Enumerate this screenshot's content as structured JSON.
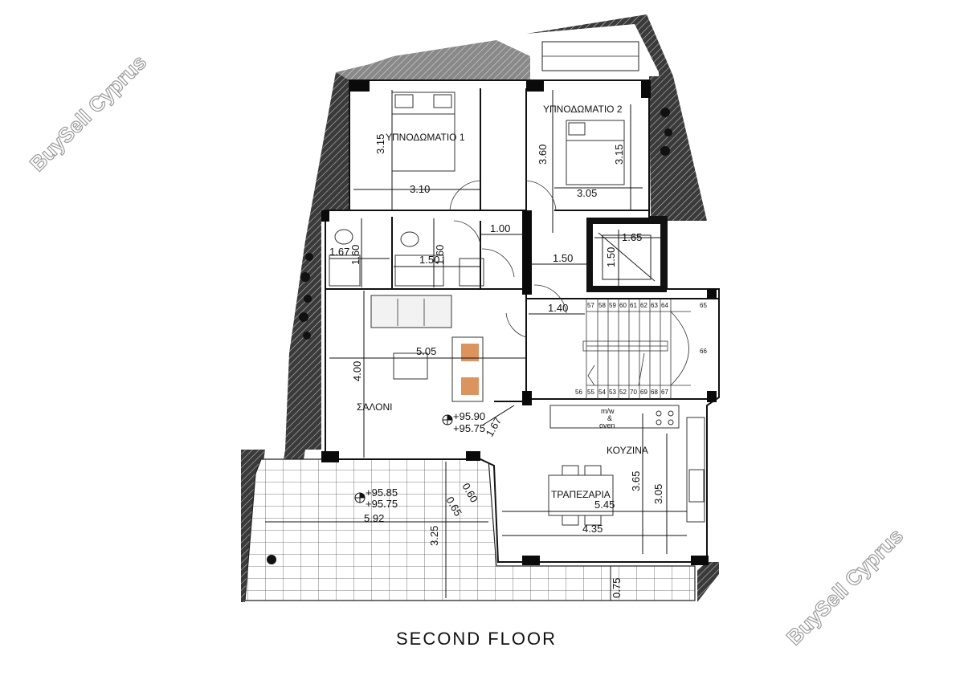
{
  "title": "SECOND FLOOR",
  "watermark": "BuySell Cyprus",
  "rooms": {
    "bedroom1": "ΥΠΝΟΔΩΜΑΤΙΟ 1",
    "bedroom2": "ΥΠΝΟΔΩΜΑΤΙΟ 2",
    "living": "ΣΑΛΟΝΙ",
    "kitchen": "ΚΟΥΖΙΝΑ",
    "dining": "ΤΡΑΠΕΖΑΡΙΑ"
  },
  "appliance": {
    "line1": "m/w",
    "line2": "&",
    "line3": "oven"
  },
  "dimensions": {
    "b1_height": "3.15",
    "b1_width": "3.10",
    "corridor_h": "3.60",
    "b2_height": "3.15",
    "b2_width": "3.05",
    "bath1_h": "1.60",
    "bath1_w": "1.67",
    "bath2_h": "1.60",
    "bath2_w": "1.50",
    "hall_w": "1.00",
    "lift_w": "1.65",
    "lift_h": "1.50",
    "lobby_w": "1.50",
    "stair_w": "1.40",
    "living_w": "5.05",
    "living_h": "4.00",
    "diag": "1.67",
    "kitchen_h1": "3.65",
    "kitchen_h2": "3.05",
    "dining_w1": "5.45",
    "dining_w2": "4.35",
    "terrace_w": "5.92",
    "terrace_h": "3.25",
    "door_a": "0.60",
    "door_b": "0.65",
    "bottom_h": "0.75"
  },
  "levels": {
    "living_top": "+95.90",
    "living_bottom": "+95.75",
    "terrace_top": "+95.85",
    "terrace_bottom": "+95.75"
  },
  "stairs": {
    "top_row": [
      "57",
      "58",
      "59",
      "60",
      "61",
      "62",
      "63",
      "64",
      "65"
    ],
    "right": "66",
    "bottom_row": [
      "56",
      "55",
      "54",
      "53",
      "52",
      "70",
      "69",
      "68",
      "67"
    ]
  }
}
